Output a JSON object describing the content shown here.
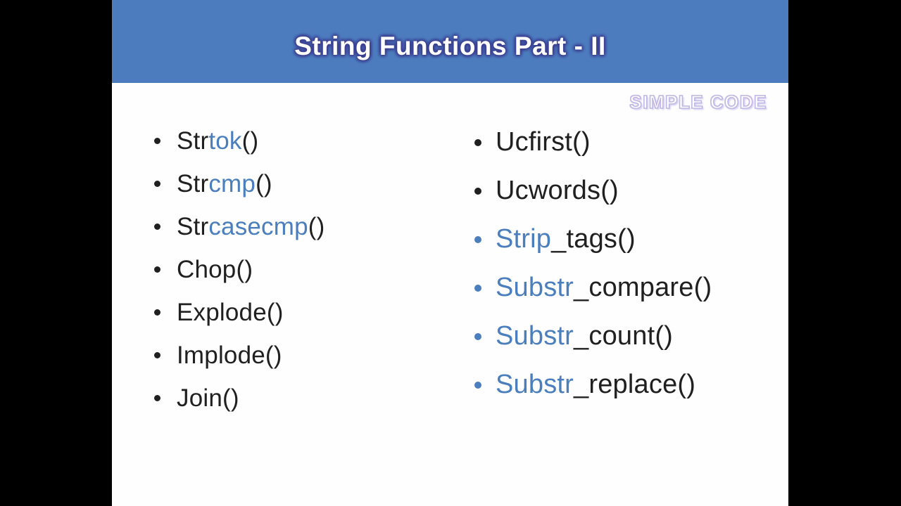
{
  "slide": {
    "title": "String Functions Part - II",
    "watermark": "SIMPLE CODE",
    "colors": {
      "header_bg": "#4d7cbe",
      "accent_blue": "#4a7ebc",
      "text_dark": "#202020",
      "title_glow": "#3c3f90",
      "watermark_outline": "#beb5e4"
    },
    "columns": [
      {
        "name": "left",
        "items": [
          {
            "bullet_color": "#202020",
            "segments": [
              {
                "text": "Str",
                "color": "#202020"
              },
              {
                "text": "tok",
                "color": "#4a7ebc"
              },
              {
                "text": "()",
                "color": "#202020"
              }
            ]
          },
          {
            "bullet_color": "#202020",
            "segments": [
              {
                "text": "Str",
                "color": "#202020"
              },
              {
                "text": "cmp",
                "color": "#4a7ebc"
              },
              {
                "text": "()",
                "color": "#202020"
              }
            ]
          },
          {
            "bullet_color": "#202020",
            "segments": [
              {
                "text": "Str",
                "color": "#202020"
              },
              {
                "text": "casecmp",
                "color": "#4a7ebc"
              },
              {
                "text": "()",
                "color": "#202020"
              }
            ]
          },
          {
            "bullet_color": "#202020",
            "segments": [
              {
                "text": "Chop()",
                "color": "#202020"
              }
            ]
          },
          {
            "bullet_color": "#202020",
            "segments": [
              {
                "text": "Explode()",
                "color": "#202020"
              }
            ]
          },
          {
            "bullet_color": "#202020",
            "segments": [
              {
                "text": "Implode()",
                "color": "#202020"
              }
            ]
          },
          {
            "bullet_color": "#202020",
            "segments": [
              {
                "text": "Join()",
                "color": "#202020"
              }
            ]
          }
        ]
      },
      {
        "name": "right",
        "items": [
          {
            "bullet_color": "#202020",
            "segments": [
              {
                "text": "Ucfirst()",
                "color": "#202020"
              }
            ]
          },
          {
            "bullet_color": "#202020",
            "segments": [
              {
                "text": "Ucwords()",
                "color": "#202020"
              }
            ]
          },
          {
            "bullet_color": "#4a7ebc",
            "segments": [
              {
                "text": "Strip",
                "color": "#4a7ebc"
              },
              {
                "text": "_tags()",
                "color": "#202020"
              }
            ]
          },
          {
            "bullet_color": "#4a7ebc",
            "segments": [
              {
                "text": "Substr",
                "color": "#4a7ebc"
              },
              {
                "text": "_compare()",
                "color": "#202020"
              }
            ]
          },
          {
            "bullet_color": "#4a7ebc",
            "segments": [
              {
                "text": "Substr",
                "color": "#4a7ebc"
              },
              {
                "text": "_count()",
                "color": "#202020"
              }
            ]
          },
          {
            "bullet_color": "#4a7ebc",
            "segments": [
              {
                "text": "Substr",
                "color": "#4a7ebc"
              },
              {
                "text": "_replace()",
                "color": "#202020"
              }
            ]
          }
        ]
      }
    ]
  }
}
